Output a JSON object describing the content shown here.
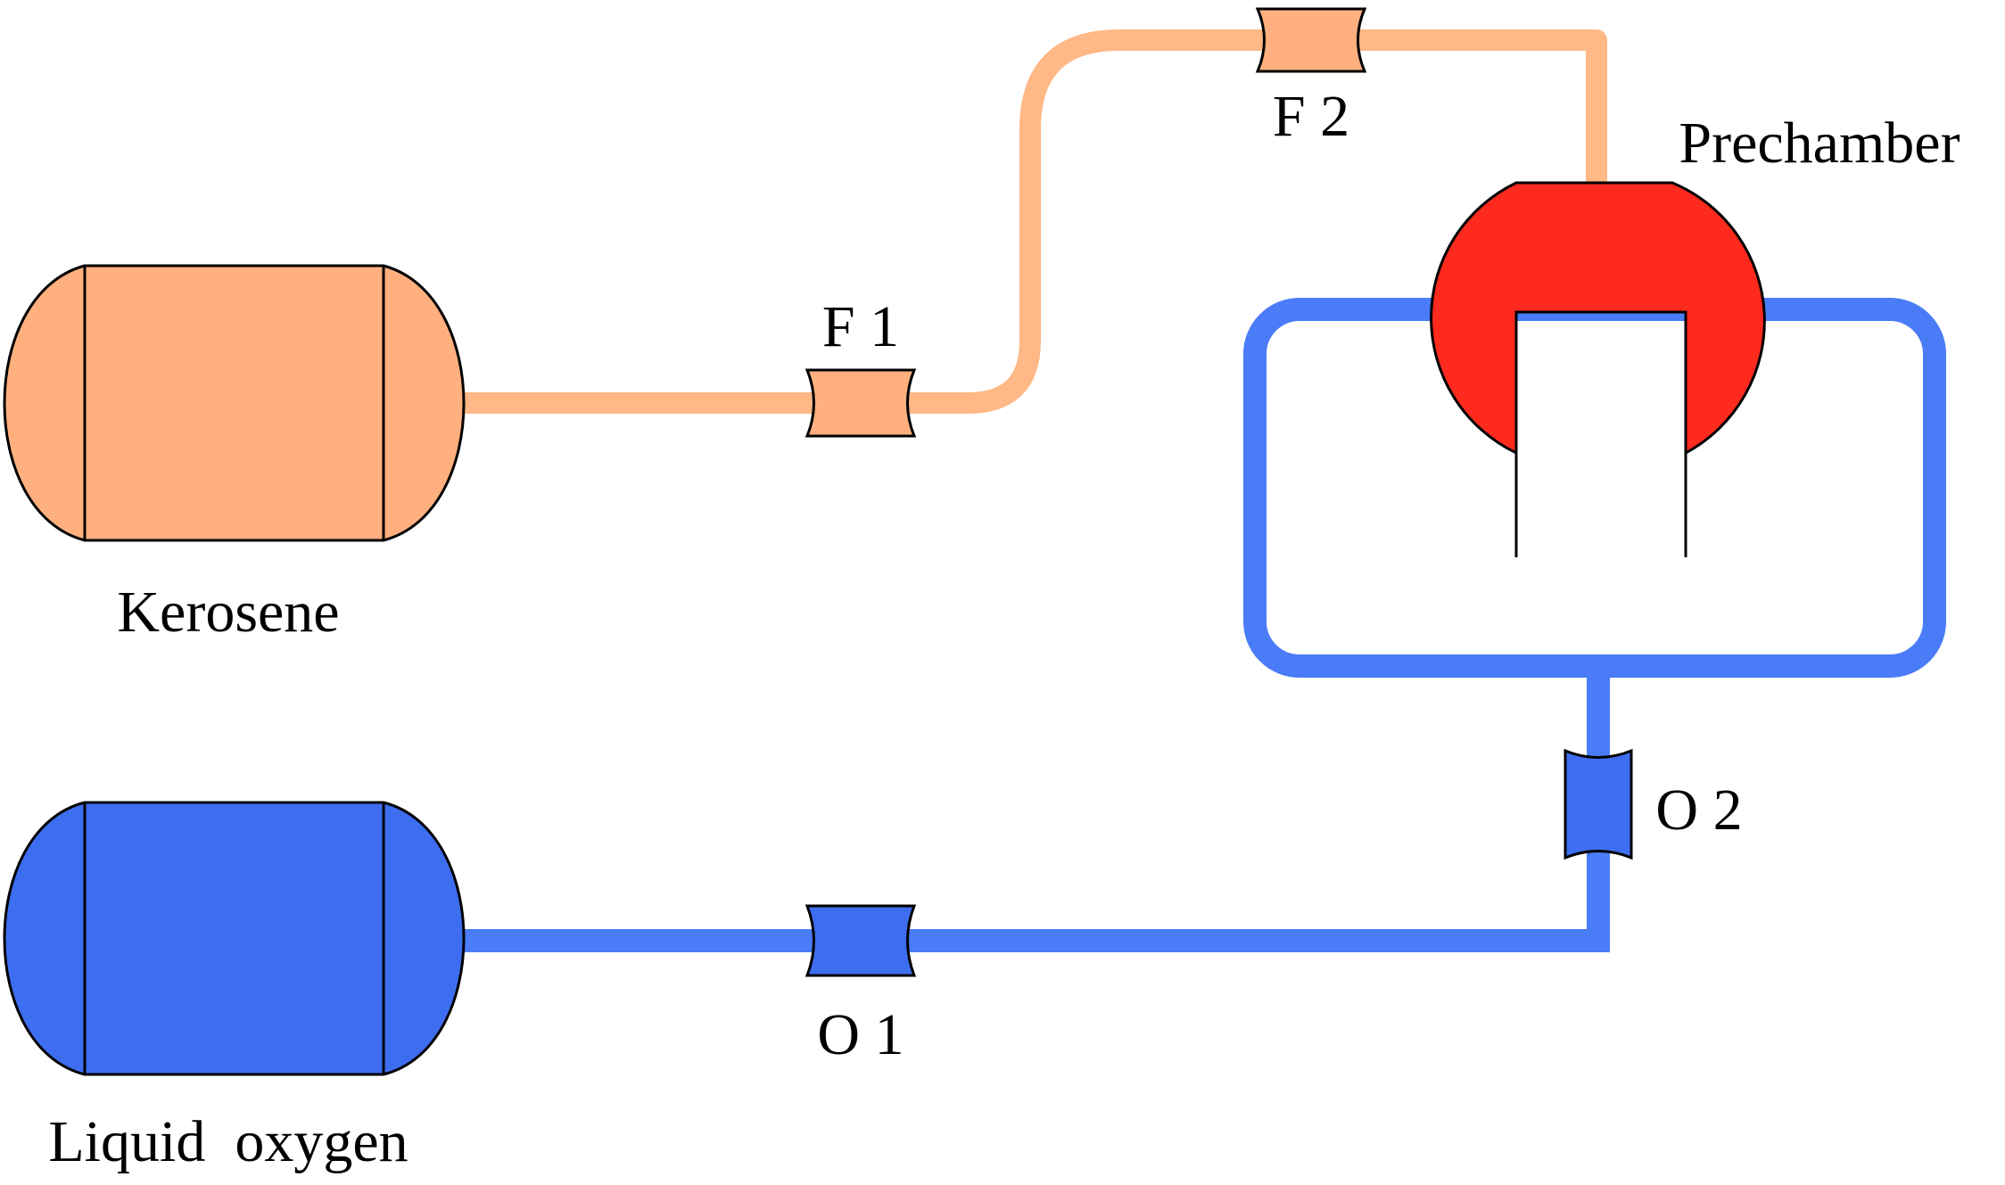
{
  "labels": {
    "kerosene": "Kerosene",
    "liquid_oxygen": "Liquid  oxygen",
    "prechamber": "Prechamber",
    "f1": "F 1",
    "f2": "F 2",
    "o1": "O 1",
    "o2": "O 2"
  },
  "colors": {
    "fuel_line": "#FFB886",
    "fuel_tank": "#FFB07E",
    "oxygen_line": "#4A7CF7",
    "oxygen_tank": "#3E6EF0",
    "prechamber": "#FF2A1E",
    "outline": "#000000"
  }
}
